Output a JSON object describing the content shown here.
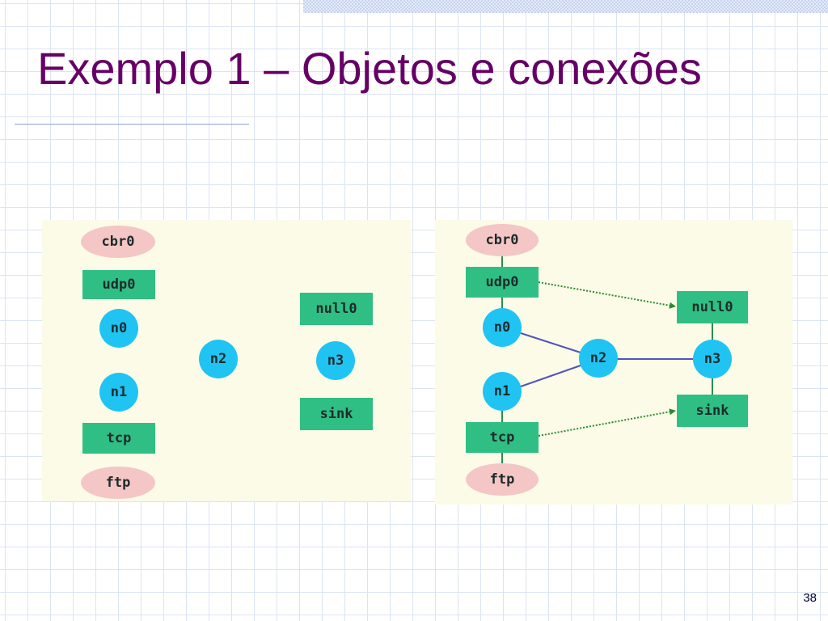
{
  "slide": {
    "title": "Exemplo 1 – Objetos e conexões",
    "page_number": "38"
  },
  "colors": {
    "title": "#660066",
    "agent_fill": "#2fbf84",
    "node_fill": "#1fc4f2",
    "app_fill": "#f4c6c6",
    "link": "#5055b8",
    "logical_link": "#2d8a2d",
    "attach": "#2f8a56"
  },
  "diagrams": {
    "left": {
      "cbr0": "cbr0",
      "udp0": "udp0",
      "n0": "n0",
      "n1": "n1",
      "n2": "n2",
      "n3": "n3",
      "null0": "null0",
      "sink": "sink",
      "tcp": "tcp",
      "ftp": "ftp"
    },
    "right": {
      "cbr0": "cbr0",
      "udp0": "udp0",
      "n0": "n0",
      "n1": "n1",
      "n2": "n2",
      "n3": "n3",
      "null0": "null0",
      "sink": "sink",
      "tcp": "tcp",
      "ftp": "ftp"
    }
  }
}
